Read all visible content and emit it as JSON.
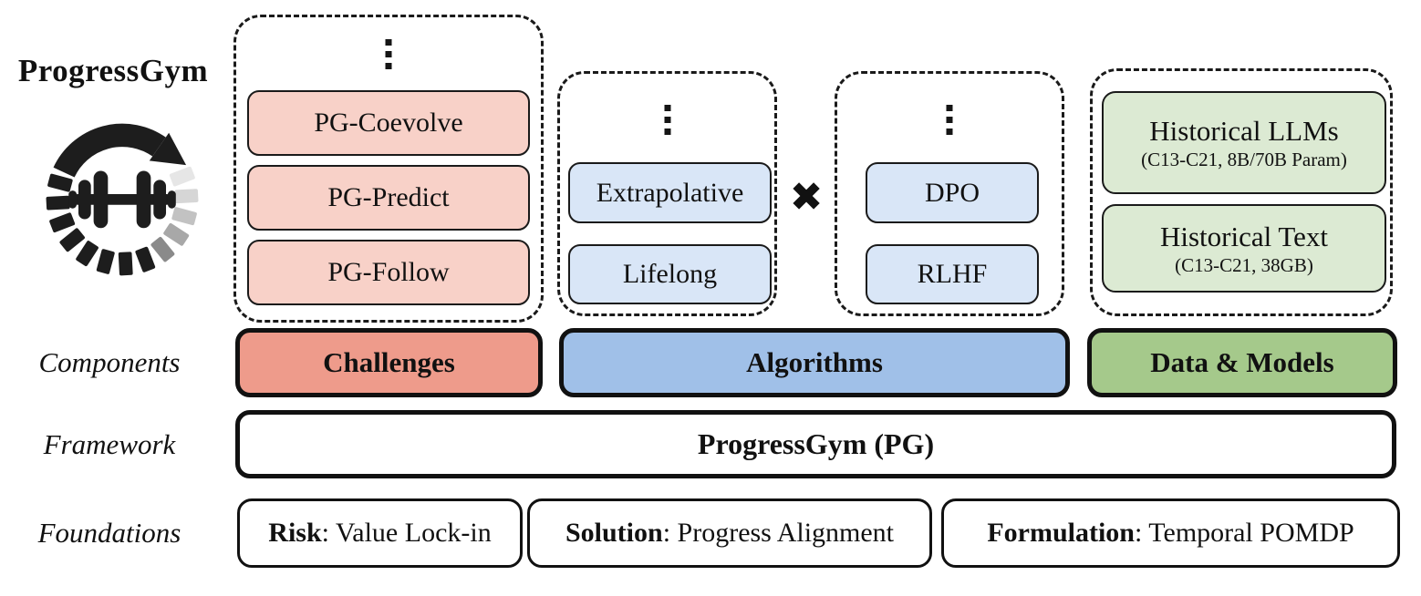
{
  "logo": {
    "title": "ProgressGym",
    "icon": "progress-loop-dumbbell-icon"
  },
  "colors": {
    "challenge_light": "#f8d1c8",
    "challenge_strong": "#ee9b8b",
    "algorithm_light": "#d9e6f7",
    "algorithm_strong": "#a0c0e8",
    "data_light": "#dcead3",
    "data_strong": "#a5c98b",
    "line": "#111111"
  },
  "challenges_group": {
    "ellipsis": "more challenges",
    "items": [
      "PG-Coevolve",
      "PG-Predict",
      "PG-Follow"
    ]
  },
  "algorithm_types_group": {
    "ellipsis": "more algorithm types",
    "items": [
      "Extrapolative",
      "Lifelong"
    ]
  },
  "times_symbol": "✖",
  "algorithm_methods_group": {
    "ellipsis": "more methods",
    "items": [
      "DPO",
      "RLHF"
    ]
  },
  "data_group": {
    "cards": [
      {
        "title": "Historical LLMs",
        "subtitle": "(C13-C21, 8B/70B Param)"
      },
      {
        "title": "Historical Text",
        "subtitle": "(C13-C21, 38GB)"
      }
    ]
  },
  "components_row": {
    "label": "Components",
    "challenges": "Challenges",
    "algorithms": "Algorithms",
    "data_models": "Data & Models"
  },
  "framework_row": {
    "label": "Framework",
    "title": "ProgressGym (PG)"
  },
  "foundations_row": {
    "label": "Foundations",
    "items": [
      {
        "term": "Risk",
        "desc": ": Value Lock-in"
      },
      {
        "term": "Solution",
        "desc": ": Progress Alignment"
      },
      {
        "term": "Formulation",
        "desc": ": Temporal POMDP"
      }
    ]
  }
}
